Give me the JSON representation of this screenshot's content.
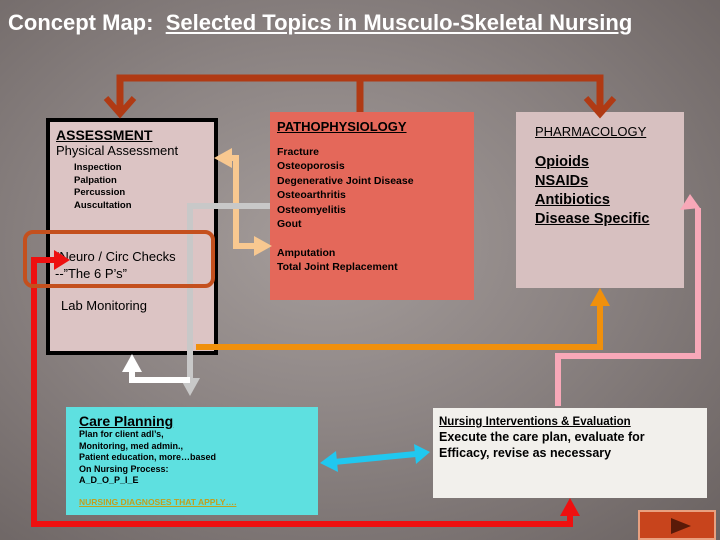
{
  "slide": {
    "title_prefix": "Concept Map:",
    "title_main": "Selected Topics in  Musculo-Skeletal Nursing"
  },
  "assessment": {
    "heading": "ASSESSMENT",
    "subheading": "Physical Assessment",
    "items": [
      "Inspection",
      "Palpation",
      "Percussion",
      "Auscultation"
    ],
    "neuro_line1": "“Neuro / Circ  Checks",
    "neuro_line2": "--”The 6 P’s”",
    "lab": "Lab Monitoring"
  },
  "pathophysiology": {
    "heading": "PATHOPHYSIOLOGY",
    "conditions": [
      "Fracture",
      "Osteoporosis",
      "Degenerative Joint Disease",
      "Osteoarthritis",
      "Osteomyelitis",
      "Gout"
    ],
    "procedures": [
      "Amputation",
      "Total Joint Replacement"
    ]
  },
  "pharmacology": {
    "heading": "PHARMACOLOGY",
    "items": [
      "Opioids",
      "NSAIDs",
      "Antibiotics",
      "Disease Specific"
    ]
  },
  "care_planning": {
    "heading": "Care Planning",
    "lines": [
      "Plan for client adl’s,",
      "Monitoring, med admin.,",
      "Patient education, more…based",
      "On Nursing Process:",
      "A_D_O_P_I_E"
    ],
    "diagnoses_link": "NURSING DIAGNOSES THAT APPLY…."
  },
  "interventions": {
    "heading": "Nursing Interventions & Evaluation",
    "line1": "Execute  the care plan, evaluate for",
    "line2": "Efficacy, revise as necessary"
  },
  "colors": {
    "branch_arrow": "#b03a14",
    "assessment_patho_arrow": "#f8c890",
    "gray_arrow": "#c8c8c8",
    "white_arrow": "#ffffff",
    "orange_arrow": "#f0900c",
    "pink_arrow": "#f8a8b8",
    "cyan_arrow": "#20c8f0",
    "red_arrow": "#ee1010"
  },
  "nav": {
    "next_icon": "play-triangle-icon"
  }
}
